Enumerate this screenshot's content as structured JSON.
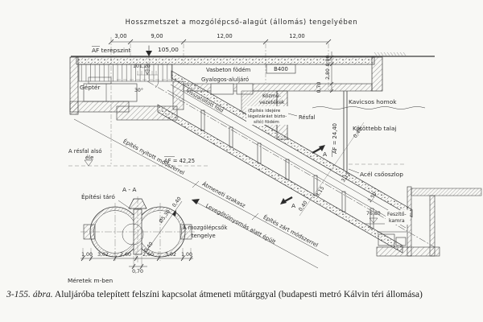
{
  "colors": {
    "ink": "#2b2b2b",
    "paper": "#f8f8f5"
  },
  "labels": {
    "title": "Hosszmetszet a mozgólépcső-alagút (állomás) tengelyében",
    "top_dims": [
      "3,00",
      "9,00",
      "12,00",
      "12,00"
    ],
    "af_terepszint": "AF terepszint",
    "lvl_105": "105,00",
    "lvl_101": "101,20",
    "vasbeton": "Vasbeton födém",
    "b400": "B400",
    "gyalogos": "Gyalogos-aluljáró",
    "gepter": "Géptér",
    "angle": "30°",
    "visszatoltott": "Visszatöltött föld",
    "kozmu_1": "Közmű-",
    "kozmu_2": "vezetékek",
    "vedofodem_1": "(Építés idejére",
    "vedofodem_2": "légelzárást bizto-",
    "vedofodem_3": "sító) födém",
    "resfal": "Résfal",
    "kavicsos": "Kavicsos homok",
    "kotottebb": "Kötöttebb talaj",
    "af_2440": "AF = 24,40",
    "acel": "Acél csőoszlop",
    "resfal_also_1": "A résfal alsó",
    "resfal_also_2": "éle",
    "nyitott": "Építés nyitott módszerrel",
    "af_4225": "AF = 42,25",
    "section_aa": "A - A",
    "epitesi_taro": "Építési táró",
    "d530": "Ø5,30",
    "d040_outer": "0,40",
    "d040_inner": "0,40",
    "axis_1": "A mozgólépcsők",
    "axis_2": "tengelye",
    "atmeneti": "Átmeneti szakasz",
    "zart": "Építés zárt módszerrel",
    "levego": "Levegőtúlnyomás alatt épült",
    "lvl_7680": "76,80",
    "feszito_1": "Feszítő-",
    "feszito_2": "kamra",
    "meretek": "Méretek m-ben",
    "sec_mark": "A",
    "right_dims": [
      "0,80",
      "2,80",
      "0,70"
    ],
    "sec_dims": [
      "0,40",
      "3,15",
      "3,15",
      "0,40",
      "2,50"
    ],
    "bottom_dims": [
      "1,00",
      "3,02",
      "2,60",
      "2,60",
      "3,02",
      "1,00"
    ],
    "dim_070": "0,70"
  },
  "caption": {
    "number": "3-155. ábra.",
    "text": " Aluljáróba telepített felszíni kapcsolat átmeneti műtárggyal (budapesti metró Kálvin téri állomása)"
  }
}
